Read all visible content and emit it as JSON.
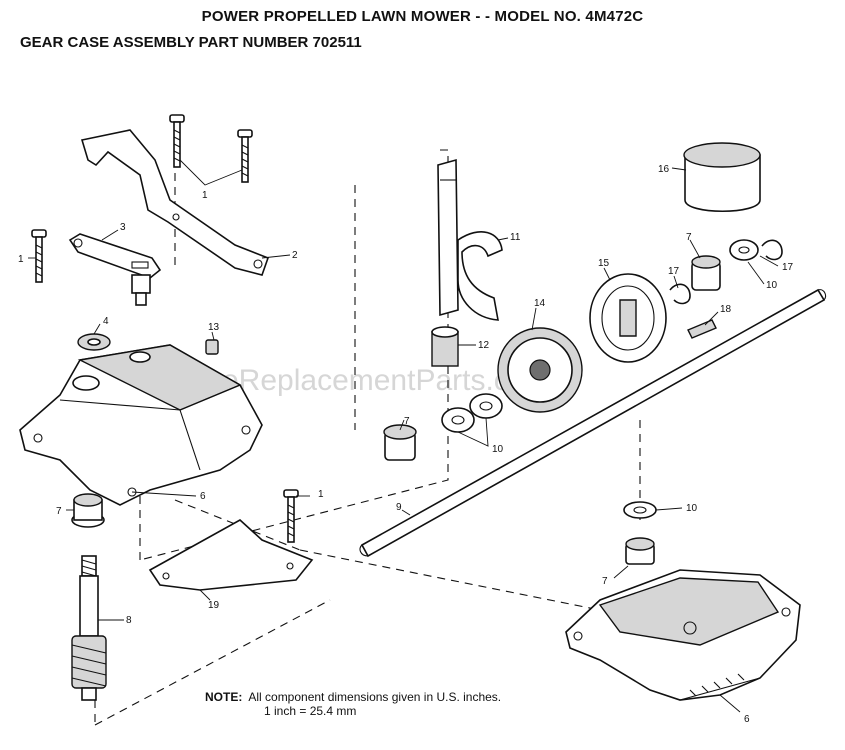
{
  "header": {
    "title": "POWER PROPELLED LAWN MOWER - - MODEL NO. 4M472C",
    "subtitle": "GEAR CASE ASSEMBLY PART NUMBER 702511"
  },
  "watermark": "eReplacementParts.com",
  "note": {
    "label": "NOTE:",
    "line1": "All component dimensions given in U.S. inches.",
    "line2": "1 inch = 25.4 mm"
  },
  "callouts": {
    "c1a": "1",
    "c1b": "1",
    "c1c": "1",
    "c2": "2",
    "c3": "3",
    "c4": "4",
    "c6a": "6",
    "c6b": "6",
    "c7a": "7",
    "c7b": "7",
    "c7c": "7",
    "c7d": "7",
    "c8": "8",
    "c9": "9",
    "c10a": "10",
    "c10b": "10",
    "c10c": "10",
    "c11": "11",
    "c12": "12",
    "c13": "13",
    "c14": "14",
    "c15": "15",
    "c16": "16",
    "c17a": "17",
    "c17b": "17",
    "c18": "18",
    "c19": "19"
  }
}
